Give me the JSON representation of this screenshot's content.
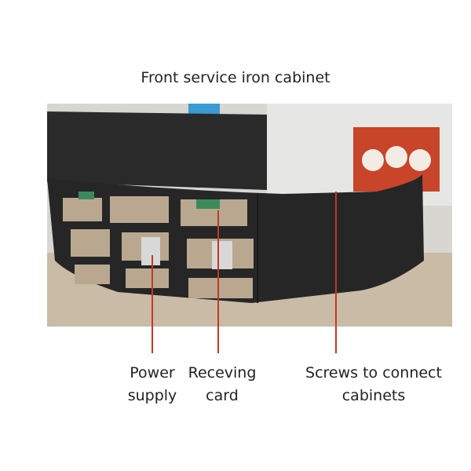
{
  "title": "Front service iron cabinet",
  "callouts": [
    {
      "line1": "Power",
      "line2": "supply"
    },
    {
      "line1": "Receving",
      "line2": "card"
    },
    {
      "line1": "Screws to connect",
      "line2": "cabinets"
    }
  ],
  "colors": {
    "callout_line": "#c0392b",
    "cabinet": "#262626",
    "background": "#ffffff"
  }
}
